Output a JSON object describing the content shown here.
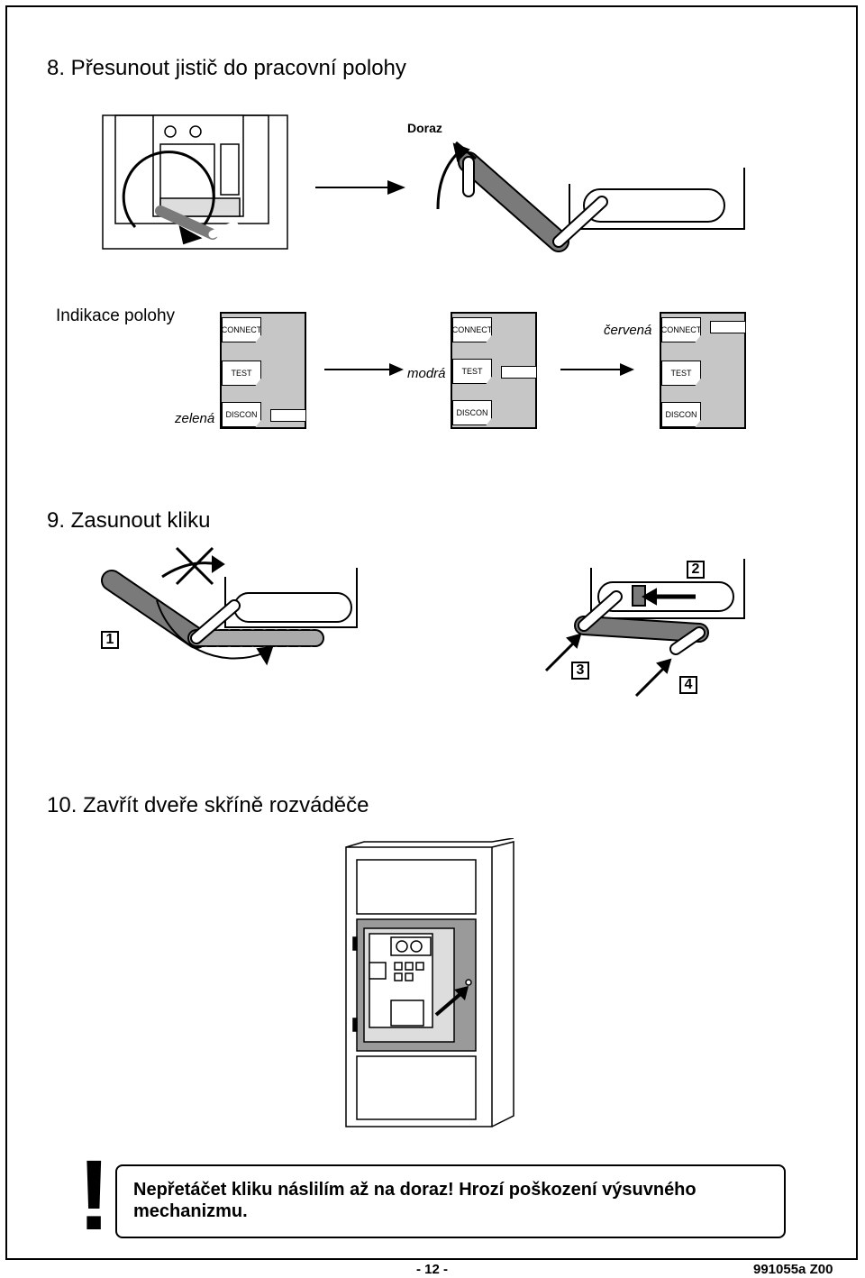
{
  "step8": {
    "title": "8. Přesunout jistič do pracovní polohy",
    "doraz": "Doraz",
    "indikace": "Indikace polohy",
    "panel_labels": {
      "connect": "CONNECT",
      "test": "TEST",
      "discon": "DISCON"
    },
    "zelena": "zelená",
    "modra": "modrá",
    "cervena": "červená"
  },
  "step9": {
    "title": "9. Zasunout kliku",
    "n1": "1",
    "n2": "2",
    "n3": "3",
    "n4": "4"
  },
  "step10": {
    "title": "10. Zavřít dveře skříně rozváděče"
  },
  "warning": {
    "symbol": "!",
    "text": "Nepřetáčet kliku náslilím až na doraz! Hrozí poškození výsuvného mechanizmu."
  },
  "footer": {
    "page": "- 12 -",
    "code": "991055a Z00"
  },
  "colors": {
    "panel": "#c6c6c6",
    "handle": "#7a7a7a",
    "door": "#9a9a9a"
  }
}
